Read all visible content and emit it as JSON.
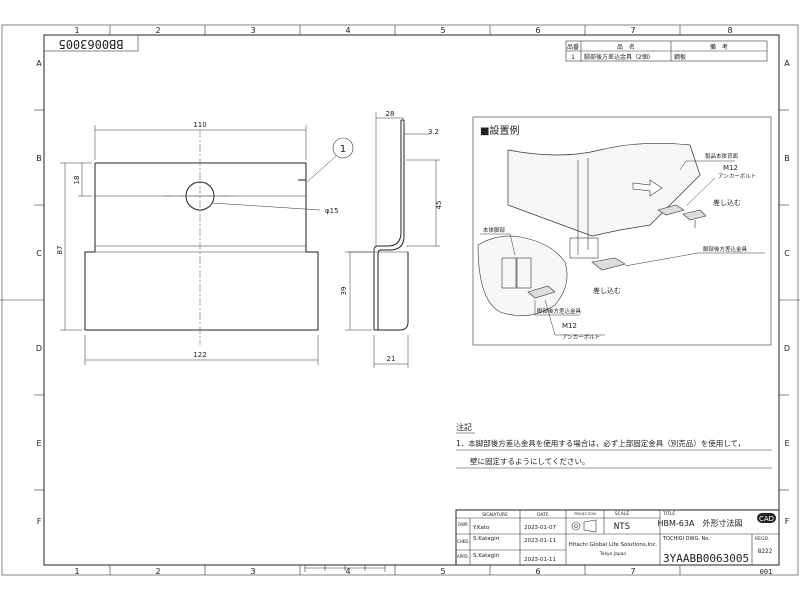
{
  "grid": {
    "cols": [
      "1",
      "2",
      "3",
      "4",
      "5",
      "6",
      "7",
      "8"
    ],
    "rows": [
      "A",
      "B",
      "C",
      "D",
      "E",
      "F"
    ]
  },
  "drawing_code_corner": "BB0063005",
  "parts_table": {
    "headers": [
      "品番",
      "品　名",
      "備　考"
    ],
    "row": {
      "no": "1",
      "name": "脚部後方差込金具（2個）",
      "remark": "鋼板"
    }
  },
  "front_view": {
    "dims": {
      "top_width": "110",
      "bottom_width": "122",
      "height_total": "87",
      "height_top": "18",
      "hole": "φ15"
    },
    "callout": "1"
  },
  "side_view": {
    "dims": {
      "width": "28",
      "thickness": "3.2",
      "upper": "45",
      "lower": "39",
      "bottom": "21"
    }
  },
  "install": {
    "title": "■設置例",
    "labels": {
      "body_back": "製品本体背面",
      "m12_top": "M12",
      "anchor_top": "アンカーボルト",
      "insert_right": "差し込む",
      "bracket_right": "脚部後方差込金具",
      "body_leg": "本体脚部",
      "insert_left": "差し込む",
      "bracket_left": "脚部後方差込金具",
      "m12_bottom": "M12",
      "anchor_bottom": "アンカーボルト"
    }
  },
  "notes": {
    "heading": "注記",
    "line1": "1．本脚部後方差込金具を使用する場合は，必ず上部固定金具（別売品）を使用して，",
    "line2": "壁に固定するようにしてください。"
  },
  "title_block": {
    "signature_label": "SIGNATURE",
    "date_label": "DATE",
    "projection_label": "PROJECTION",
    "scale_label": "SCALE",
    "scale_value": "NTS",
    "title_label": "TITLE",
    "title_value": "HBM-63A　外形寸法図",
    "dwr_label": "DWR.",
    "dwr_name": "Y.Kato",
    "dwr_date": "2023-01-07",
    "chkd_label": "CHKD.",
    "chkd_name": "S.Katagiri",
    "chkd_date": "2023-01-11",
    "appd_label": "APPD.",
    "appd_name": "S.Katagiri",
    "appd_date": "2023-01-11",
    "company": "Hitachi Global Life Solutions,Inc.",
    "company_city": "Tokyo Japan",
    "tochigi_label": "TOCHIGI DWG. No.",
    "dwg_no": "3YAABB0063005",
    "cad": "CAD",
    "regd_label": "REGD.",
    "regd_code": "8222",
    "sheet_no": "001"
  }
}
